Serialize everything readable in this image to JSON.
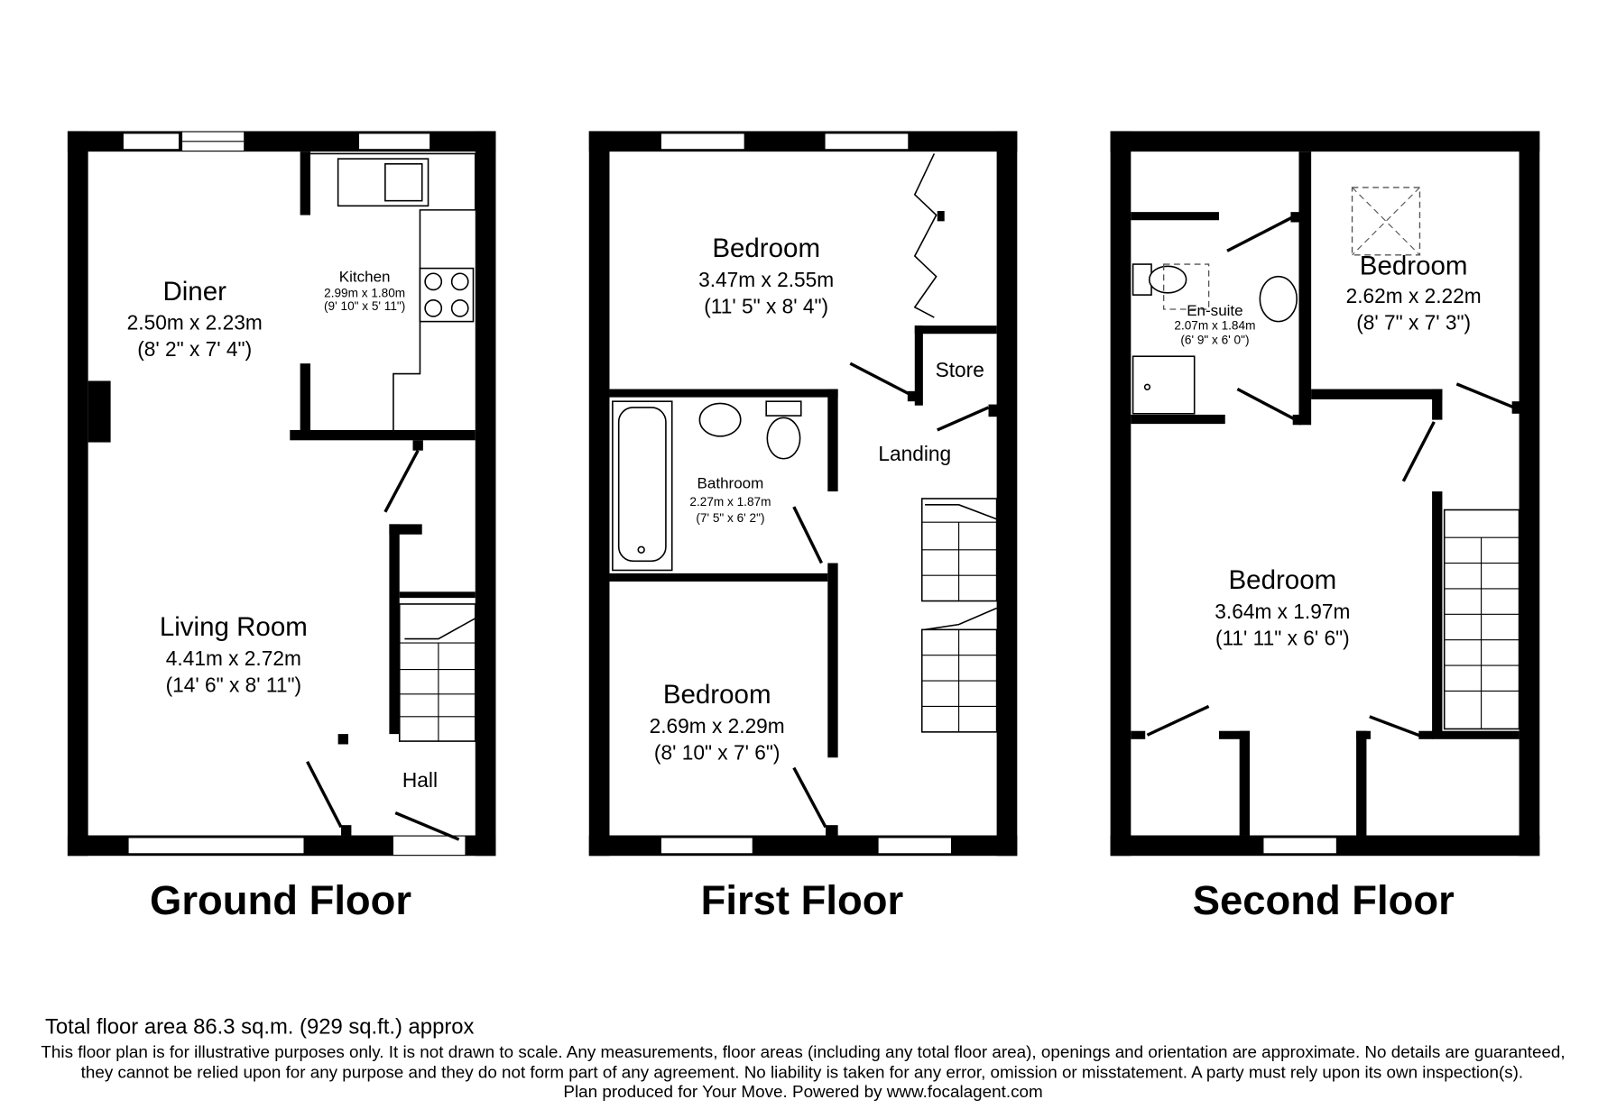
{
  "floors": [
    {
      "label": "Ground Floor",
      "rooms": [
        {
          "name": "Diner",
          "metric": "2.50m x 2.23m",
          "imperial": "(8' 2\" x 7' 4\")"
        },
        {
          "name": "Kitchen",
          "metric": "2.99m x 1.80m",
          "imperial": "(9' 10\" x 5' 11\")"
        },
        {
          "name": "Living Room",
          "metric": "4.41m x 2.72m",
          "imperial": "(14' 6\" x 8' 11\")"
        },
        {
          "name": "Hall"
        }
      ]
    },
    {
      "label": "First Floor",
      "rooms": [
        {
          "name": "Bedroom",
          "metric": "3.47m x 2.55m",
          "imperial": "(11' 5\" x 8' 4\")"
        },
        {
          "name": "Store"
        },
        {
          "name": "Landing"
        },
        {
          "name": "Bathroom",
          "metric": "2.27m x 1.87m",
          "imperial": "(7' 5\" x 6' 2\")"
        },
        {
          "name": "Bedroom",
          "metric": "2.69m x 2.29m",
          "imperial": "(8' 10\" x 7' 6\")"
        }
      ]
    },
    {
      "label": "Second Floor",
      "rooms": [
        {
          "name": "En-suite",
          "metric": "2.07m x 1.84m",
          "imperial": "(6' 9\" x 6' 0\")"
        },
        {
          "name": "Bedroom",
          "metric": "2.62m x 2.22m",
          "imperial": "(8' 7\" x 7' 3\")"
        },
        {
          "name": "Bedroom",
          "metric": "3.64m x 1.97m",
          "imperial": "(11' 11\" x 6' 6\")"
        }
      ]
    }
  ],
  "footer": {
    "total_area": "Total floor area 86.3 sq.m. (929 sq.ft.) approx",
    "disclaimer_1": "This floor plan is for illustrative purposes only. It is not drawn to scale. Any measurements, floor areas (including any total floor area), openings and orientation are approximate. No details are guaranteed,",
    "disclaimer_2": "they cannot be relied upon for any purpose and they do not form part of any agreement. No liability is taken for any error, omission or misstatement. A party must rely upon its own inspection(s).",
    "credit": "Plan produced for Your Move. Powered by www.focalagent.com"
  }
}
